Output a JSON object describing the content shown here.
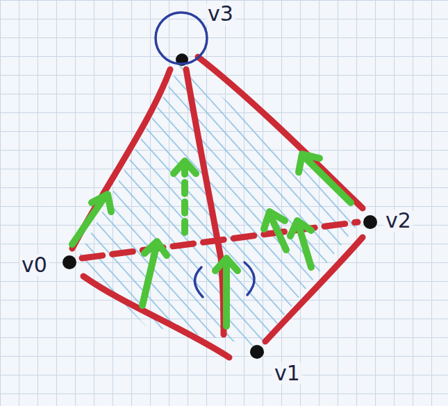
{
  "diagram": {
    "labels": [
      "v3",
      "v0",
      "v2",
      "v1"
    ]
  }
}
